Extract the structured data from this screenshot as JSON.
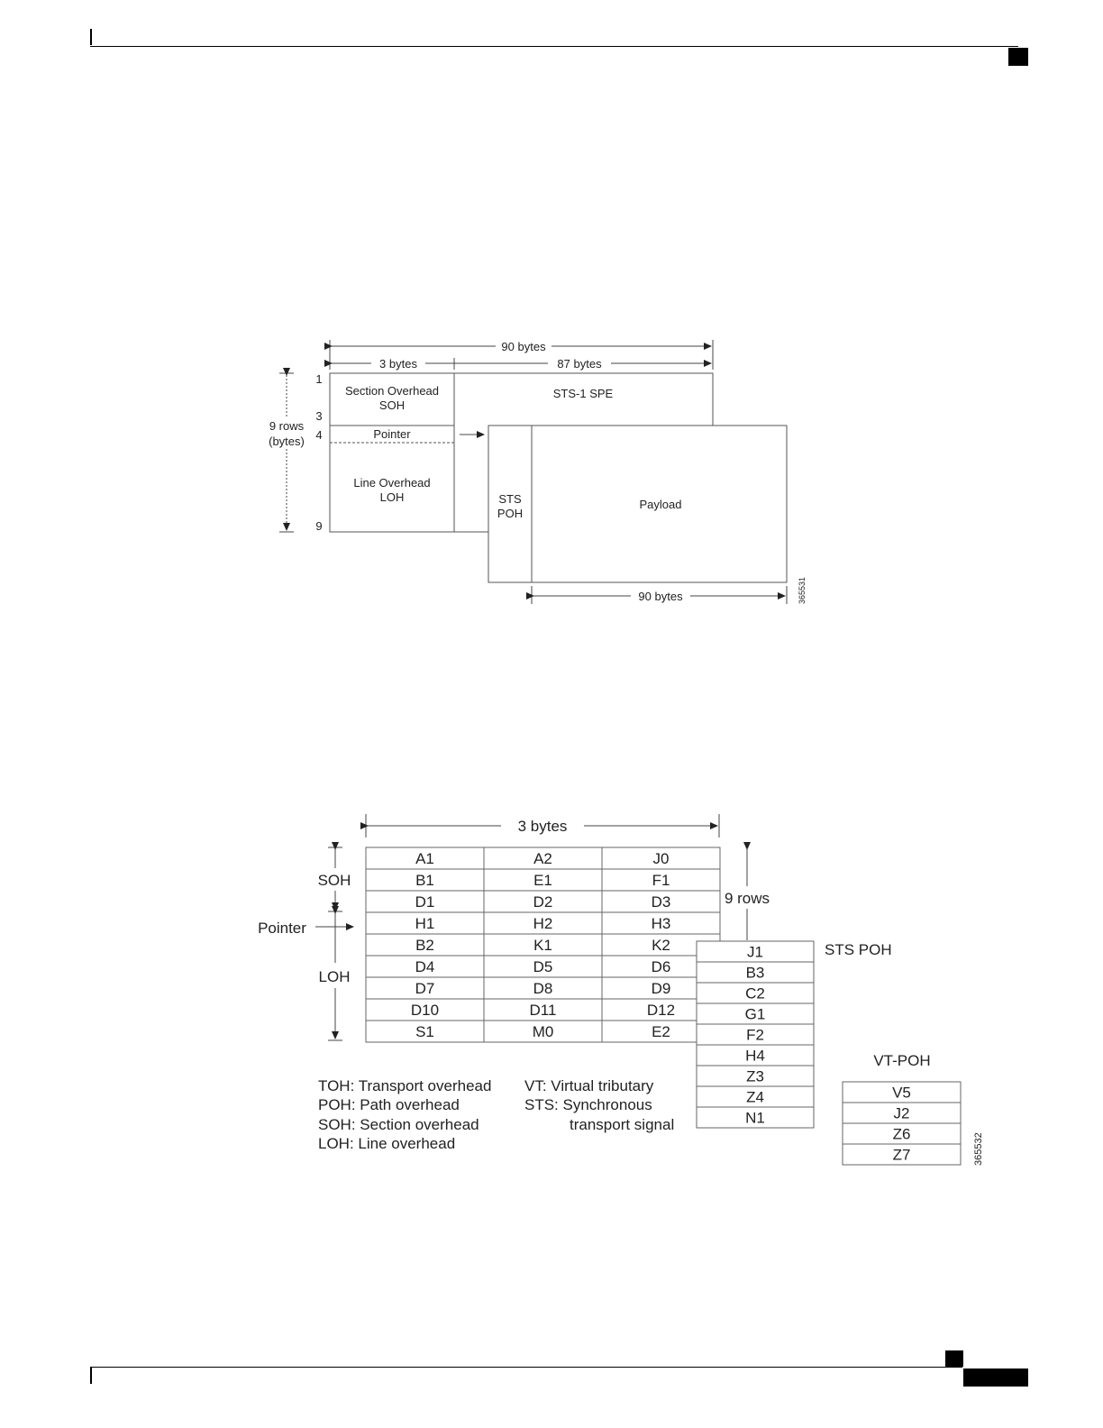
{
  "figure1": {
    "total_bytes": "90 bytes",
    "toh_bytes": "3 bytes",
    "spe_bytes": "87 bytes",
    "row_label_1": "1",
    "row_label_3": "3",
    "row_label_4": "4",
    "row_label_9": "9",
    "rows_label_line1": "9 rows",
    "rows_label_line2": "(bytes)",
    "soh_line1": "Section Overhead",
    "soh_line2": "SOH",
    "pointer": "Pointer",
    "loh_line1": "Line Overhead",
    "loh_line2": "LOH",
    "spe_title": "STS-1 SPE",
    "poh_line1": "STS",
    "poh_line2": "POH",
    "payload": "Payload",
    "payload_bytes": "90 bytes",
    "figure_id": "365531"
  },
  "figure2": {
    "width_label": "3 bytes",
    "rows_label": "9 rows",
    "soh": "SOH",
    "pointer": "Pointer",
    "loh": "LOH",
    "toh_grid": [
      [
        "A1",
        "A2",
        "J0"
      ],
      [
        "B1",
        "E1",
        "F1"
      ],
      [
        "D1",
        "D2",
        "D3"
      ],
      [
        "H1",
        "H2",
        "H3"
      ],
      [
        "B2",
        "K1",
        "K2"
      ],
      [
        "D4",
        "D5",
        "D6"
      ],
      [
        "D7",
        "D8",
        "D9"
      ],
      [
        "D10",
        "D11",
        "D12"
      ],
      [
        "S1",
        "M0",
        "E2"
      ]
    ],
    "sts_poh_label": "STS POH",
    "sts_poh": [
      "J1",
      "B3",
      "C2",
      "G1",
      "F2",
      "H4",
      "Z3",
      "Z4",
      "N1"
    ],
    "vt_poh_label": "VT-POH",
    "vt_poh": [
      "V5",
      "J2",
      "Z6",
      "Z7"
    ],
    "legend_left": [
      "TOH: Transport overhead",
      "POH: Path overhead",
      "SOH: Section overhead",
      "LOH: Line overhead"
    ],
    "legend_right": [
      "VT: Virtual tributary",
      "STS: Synchronous",
      "transport signal"
    ],
    "figure_id": "365532"
  }
}
